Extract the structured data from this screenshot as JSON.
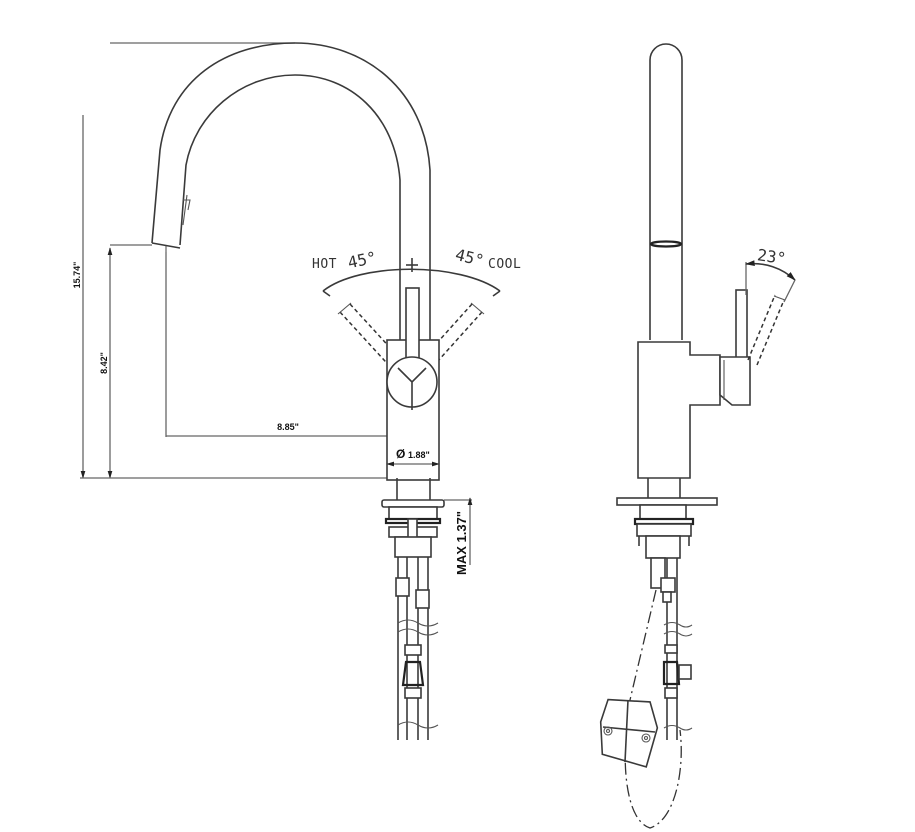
{
  "drawing": {
    "title": "Pull-down kitchen faucet dimension drawing",
    "views": [
      "front-view",
      "side-view"
    ],
    "line_color": "#3a3a3a",
    "background": "#ffffff"
  },
  "front_view": {
    "dimensions": {
      "overall_height": "15.74\"",
      "spout_height": "8.42\"",
      "spout_reach": "8.85\"",
      "base_diameter": "1.88\"",
      "diameter_symbol": "Ø",
      "max_deck_thickness": "MAX 1.37\""
    },
    "handle_rotation": {
      "hot_label": "HOT",
      "hot_angle": "45°",
      "cool_label": "COOL",
      "cool_angle": "45°"
    }
  },
  "side_view": {
    "handle_tilt_angle": "23°"
  }
}
